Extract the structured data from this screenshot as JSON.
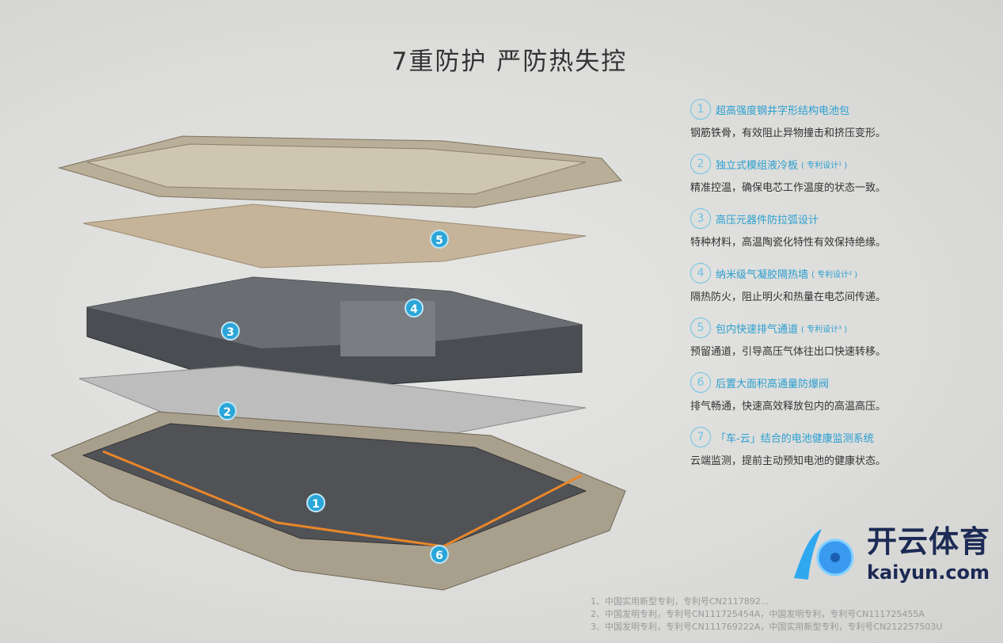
{
  "title": "7重防护 严防热失控",
  "markers": [
    "1",
    "2",
    "3",
    "4",
    "5",
    "6"
  ],
  "features": [
    {
      "num": "1",
      "title": "超高强度钢井字形结构电池包",
      "patent": "",
      "desc": "钢筋铁骨，有效阻止异物撞击和挤压变形。"
    },
    {
      "num": "2",
      "title": "独立式模组液冷板",
      "patent": "( 专利设计¹ )",
      "desc": "精准控温，确保电芯工作温度的状态一致。"
    },
    {
      "num": "3",
      "title": "高压元器件防拉弧设计",
      "patent": "",
      "desc": "特种材料，高温陶瓷化特性有效保持绝缘。"
    },
    {
      "num": "4",
      "title": "纳米级气凝胶隔热墙",
      "patent": "( 专利设计² )",
      "desc": "隔热防火，阻止明火和热量在电芯间传递。"
    },
    {
      "num": "5",
      "title": "包内快速排气通道",
      "patent": "( 专利设计³ )",
      "desc": "预留通道，引导高压气体往出口快速转移。"
    },
    {
      "num": "6",
      "title": "后置大面积高通量防爆阀",
      "patent": "",
      "desc": "排气畅通，快速高效释放包内的高温高压。"
    },
    {
      "num": "7",
      "title": "「车-云」结合的电池健康监测系统",
      "patent": "",
      "desc": "云端监测，提前主动预知电池的健康状态。"
    }
  ],
  "footnotes": [
    "1、中国实用新型专利，专利号CN2117892...",
    "2、中国发明专利，专利号CN111725454A，中国发明专利，专利号CN111725455A",
    "3、中国发明专利，专利号CN111769222A，中国实用新型专利，专利号CN212257503U"
  ],
  "watermark": {
    "cn": "开云体育",
    "en": "kaiyun.com"
  },
  "colors": {
    "accent": "#2aa6d8",
    "text": "#333333"
  }
}
